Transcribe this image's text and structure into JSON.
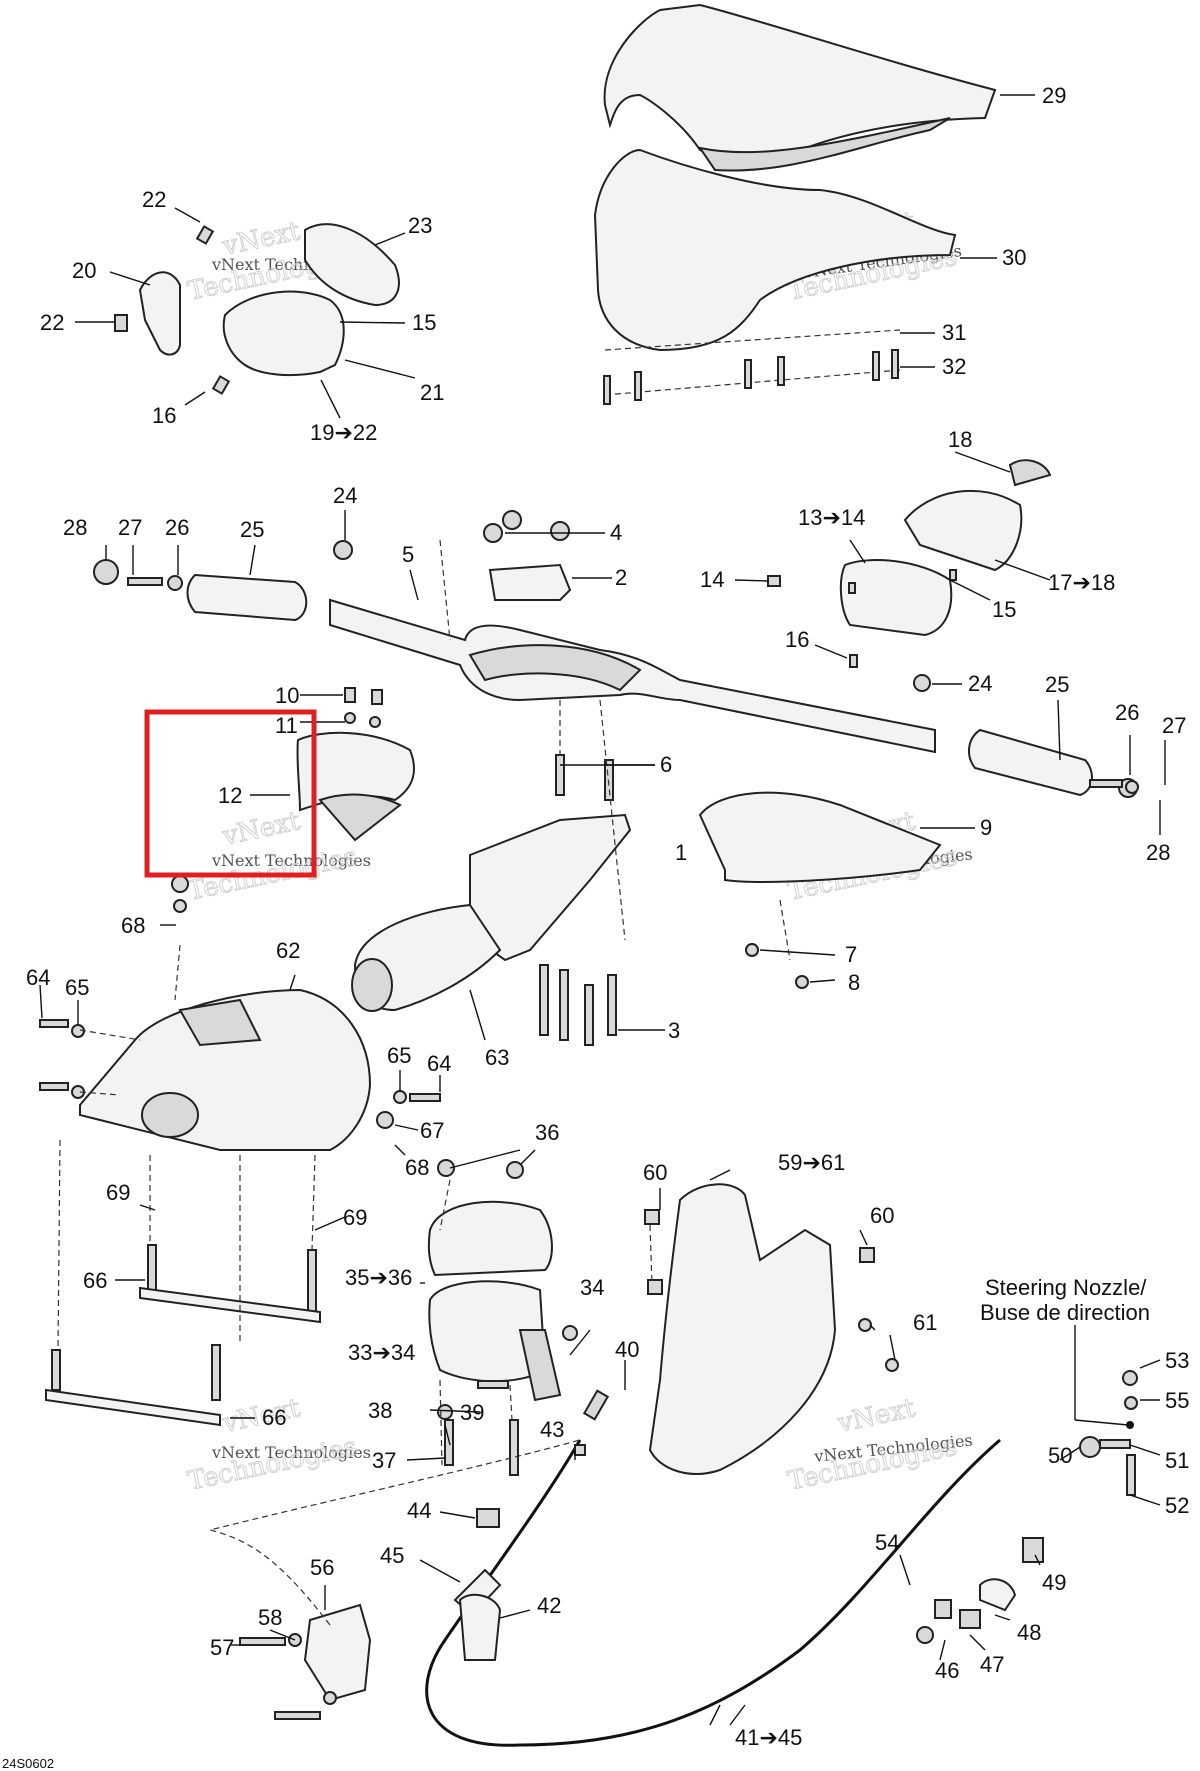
{
  "callouts": {
    "c1": "1",
    "c2": "2",
    "c3": "3",
    "c4": "4",
    "c5": "5",
    "c6": "6",
    "c7": "7",
    "c8": "8",
    "c9": "9",
    "c10": "10",
    "c11": "11",
    "c12": "12",
    "c13_14": "13➔14",
    "c14": "14",
    "c15a": "15",
    "c15b": "15",
    "c16a": "16",
    "c16b": "16",
    "c17_18": "17➔18",
    "c18": "18",
    "c19_22": "19➔22",
    "c20": "20",
    "c21": "21",
    "c22a": "22",
    "c22b": "22",
    "c23": "23",
    "c24a": "24",
    "c24b": "24",
    "c25a": "25",
    "c25b": "25",
    "c26a": "26",
    "c26b": "26",
    "c27a": "27",
    "c27b": "27",
    "c28a": "28",
    "c28b": "28",
    "c29": "29",
    "c30": "30",
    "c31": "31",
    "c32": "32",
    "c33_34": "33➔34",
    "c34": "34",
    "c35_36": "35➔36",
    "c36": "36",
    "c37": "37",
    "c38": "38",
    "c39": "39",
    "c40": "40",
    "c41_45": "41➔45",
    "c42": "42",
    "c43": "43",
    "c44": "44",
    "c45": "45",
    "c46": "46",
    "c47": "47",
    "c48": "48",
    "c49": "49",
    "c50": "50",
    "c51": "51",
    "c52": "52",
    "c53": "53",
    "c54": "54",
    "c55": "55",
    "c56": "56",
    "c57": "57",
    "c58": "58",
    "c59_61": "59➔61",
    "c60a": "60",
    "c60b": "60",
    "c61": "61",
    "c62": "62",
    "c63": "63",
    "c64a": "64",
    "c64b": "64",
    "c65a": "65",
    "c65b": "65",
    "c66a": "66",
    "c66b": "66",
    "c67": "67",
    "c68a": "68",
    "c68b": "68",
    "c69a": "69",
    "c69b": "69"
  },
  "steering_note": {
    "line1": "Steering Nozzle/",
    "line2": "Buse de direction"
  },
  "drawing_code": "24S0602",
  "watermark": {
    "line1": "vNext",
    "line2": "Technologies",
    "line3": "vNext Technologies"
  },
  "highlight": {
    "color": "#e02020",
    "target_callout": "12"
  }
}
